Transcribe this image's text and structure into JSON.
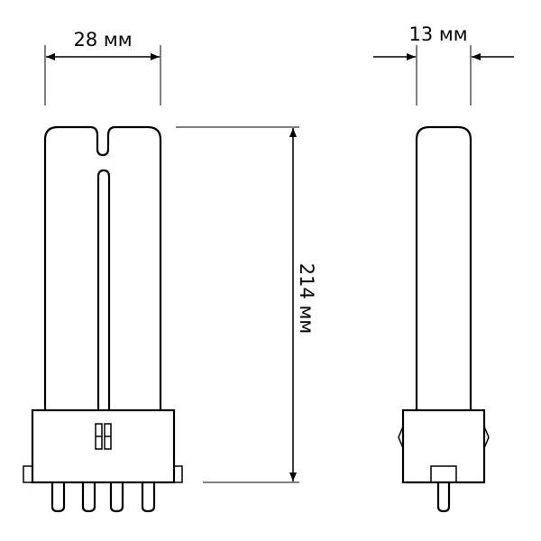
{
  "dimensions": {
    "width_label": "28 мм",
    "depth_label": "13 мм",
    "height_label": "214 мм"
  },
  "colors": {
    "line": "#000000",
    "background": "#ffffff"
  }
}
